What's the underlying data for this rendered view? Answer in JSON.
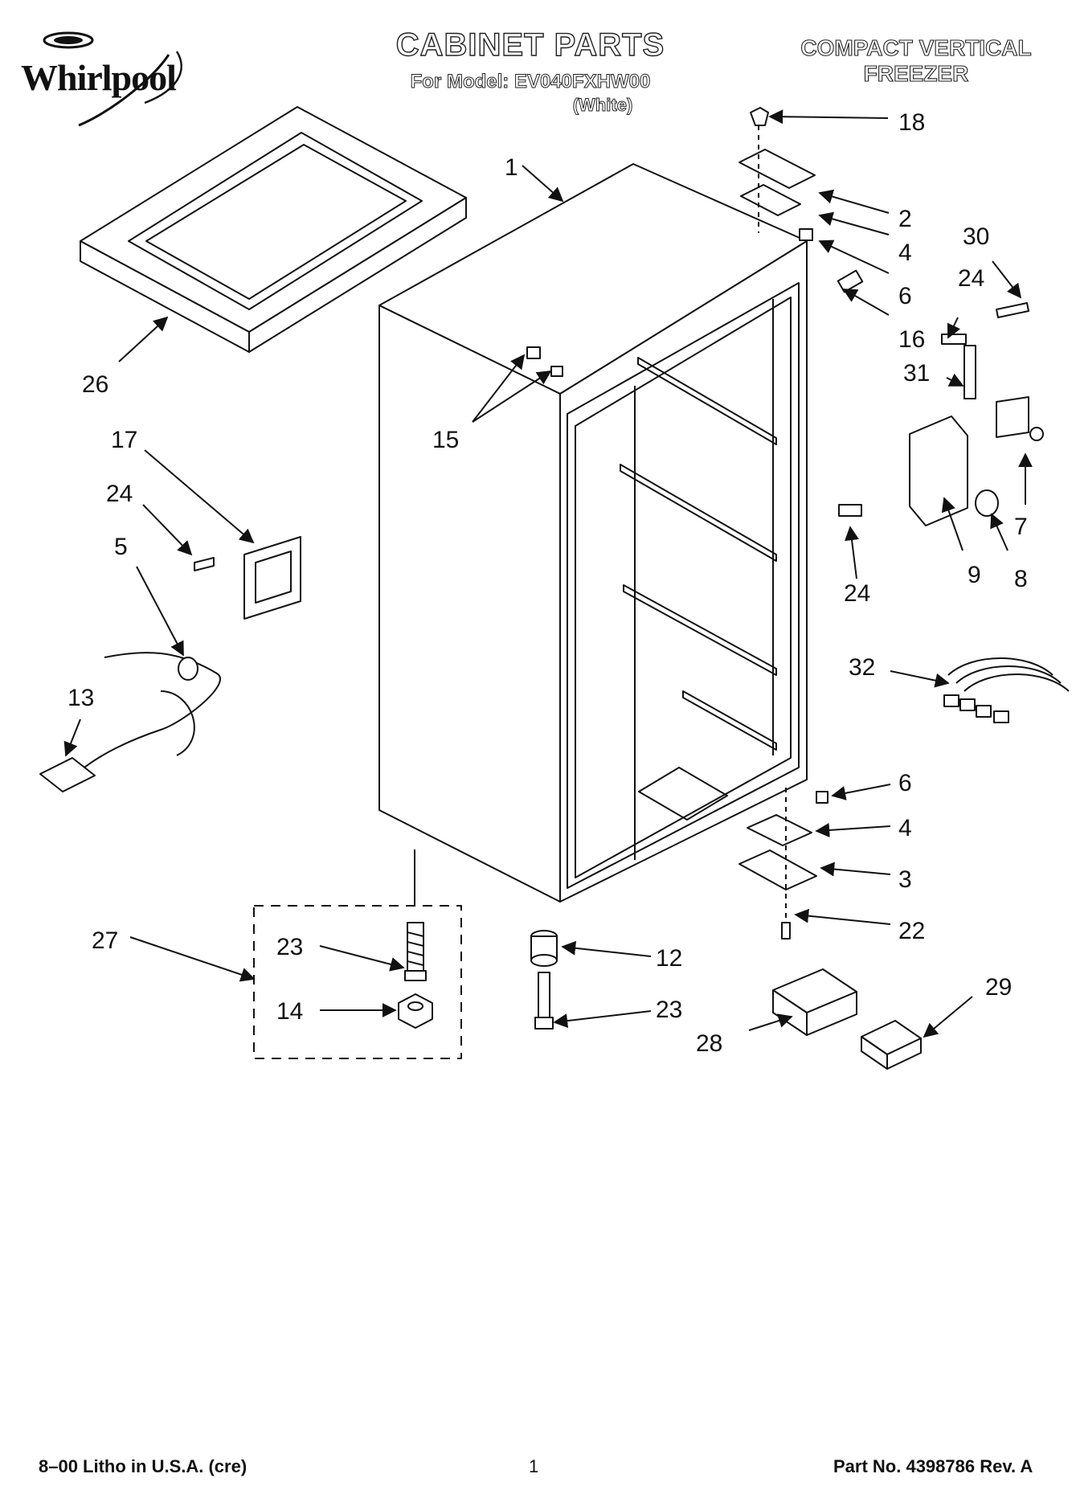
{
  "header": {
    "brand": "Whirlpool",
    "title": "CABINET PARTS",
    "model_line": "For Model: EV040FXHW00",
    "color_note": "(White)",
    "product_line1": "COMPACT VERTICAL",
    "product_line2": "FREEZER"
  },
  "callouts": {
    "c1": "1",
    "c2": "2",
    "c3": "3",
    "c4a": "4",
    "c4b": "4",
    "c5": "5",
    "c6a": "6",
    "c6b": "6",
    "c7": "7",
    "c8": "8",
    "c9": "9",
    "c12": "12",
    "c13": "13",
    "c14": "14",
    "c15": "15",
    "c16": "16",
    "c17": "17",
    "c18": "18",
    "c22": "22",
    "c23a": "23",
    "c23b": "23",
    "c24a": "24",
    "c24b": "24",
    "c24c": "24",
    "c26": "26",
    "c27": "27",
    "c28": "28",
    "c29": "29",
    "c30": "30",
    "c31": "31",
    "c32": "32"
  },
  "footer": {
    "left": "8–00 Litho in U.S.A. (cre)",
    "page": "1",
    "part_no": "Part No. 4398786 Rev. A"
  }
}
